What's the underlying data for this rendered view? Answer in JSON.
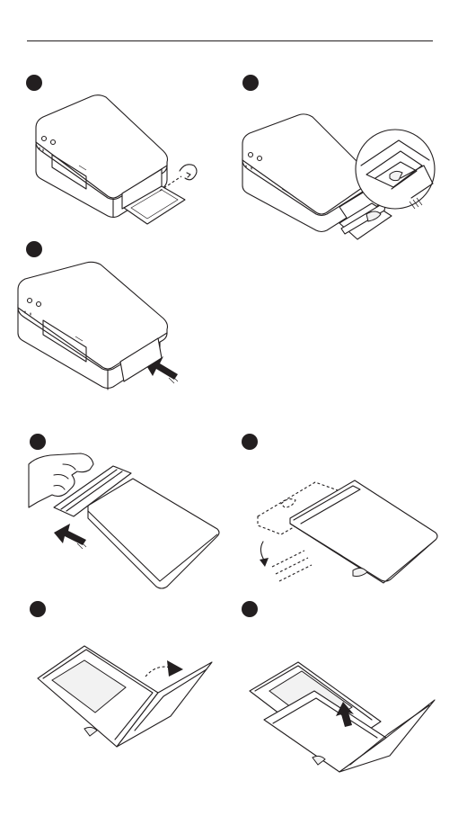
{
  "page": {
    "type": "instruction-manual-illustrations"
  },
  "steps": [
    {
      "id": "printer-open-door",
      "marker_style": "filled-circle",
      "label": ""
    },
    {
      "id": "printer-insert-cartridge-zoom",
      "marker_style": "filled-circle",
      "label": ""
    },
    {
      "id": "printer-push-cartridge",
      "marker_style": "filled-circle",
      "label": ""
    },
    {
      "id": "tray-slide-cover",
      "marker_style": "filled-circle",
      "label": ""
    },
    {
      "id": "tray-remove-cover",
      "marker_style": "filled-circle",
      "label": ""
    },
    {
      "id": "tray-open-lid",
      "marker_style": "filled-circle",
      "label": ""
    },
    {
      "id": "tray-load-paper",
      "marker_style": "filled-circle",
      "label": ""
    }
  ],
  "icons": [
    "printer-illustration",
    "magnify-inset",
    "push-arrow",
    "hand-illustration",
    "curved-arrow"
  ],
  "colors": {
    "ink": "#231f20",
    "paper": "#ffffff",
    "shade": "#f2f2f2"
  }
}
